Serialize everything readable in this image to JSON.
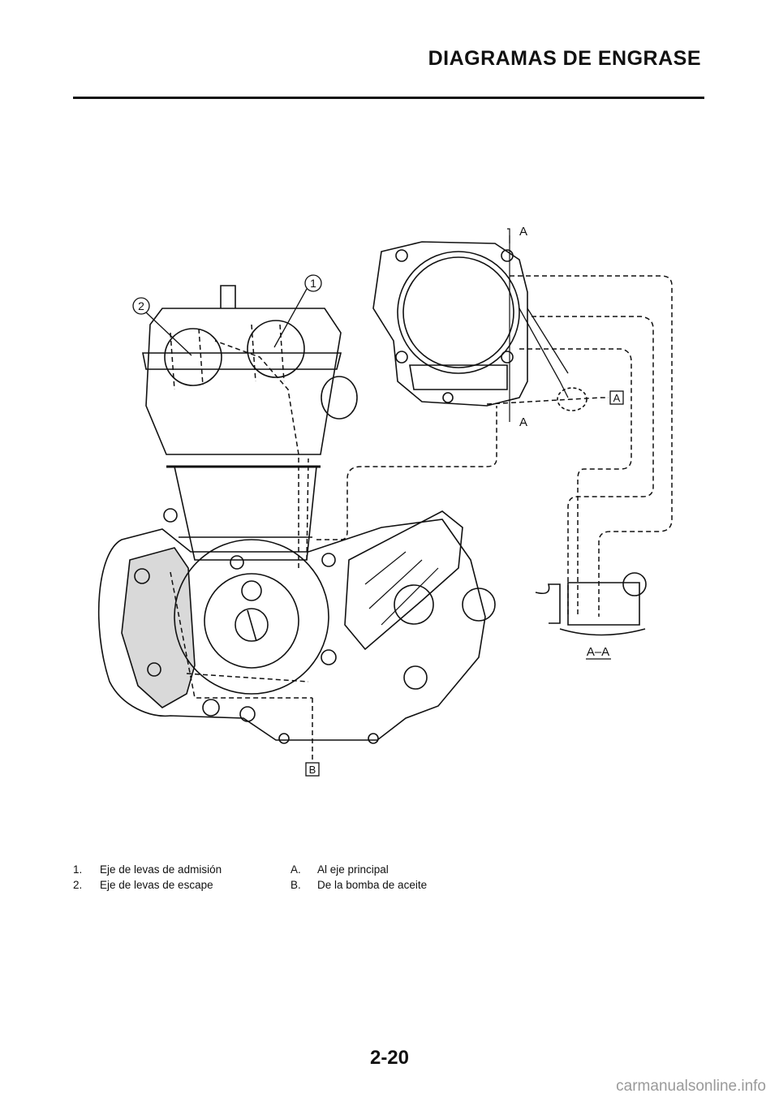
{
  "header": {
    "title": "DIAGRAMAS DE ENGRASE"
  },
  "diagram": {
    "callouts": {
      "one": "1",
      "two": "2"
    },
    "section_marks": {
      "top": "A",
      "bottom": "A",
      "box_a": "A",
      "box_b": "B"
    },
    "section_view_label": "A–A"
  },
  "legend": {
    "left": [
      {
        "num": "1.",
        "text": "Eje de levas de admisión"
      },
      {
        "num": "2.",
        "text": "Eje de levas de escape"
      }
    ],
    "right": [
      {
        "num": "A.",
        "text": "Al eje principal"
      },
      {
        "num": "B.",
        "text": "De la bomba de aceite"
      }
    ]
  },
  "footer": {
    "page_number": "2-20",
    "watermark": "carmanualsonline.info"
  }
}
